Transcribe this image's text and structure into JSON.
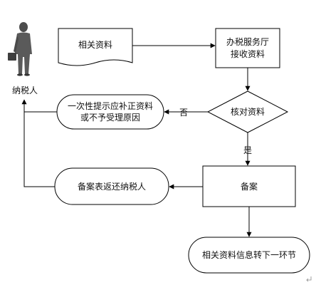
{
  "actor": {
    "label": "纳税人",
    "icon": "person-icon"
  },
  "nodes": {
    "docs": {
      "label": "相关资料"
    },
    "hall": {
      "line1": "办税服务厅",
      "line2": "接收资料"
    },
    "check": {
      "label": "核对资料"
    },
    "notify": {
      "line1": "一次性提示应补正资料",
      "line2": "或不予受理原因"
    },
    "record": {
      "label": "备案"
    },
    "return": {
      "label": "备案表返还纳税人"
    },
    "next": {
      "label": "相关资料信息转下一环节"
    }
  },
  "edges": {
    "no_label": "否",
    "yes_label": "是"
  },
  "colors": {
    "line": "#000000",
    "figure": "#5a5a5a"
  }
}
